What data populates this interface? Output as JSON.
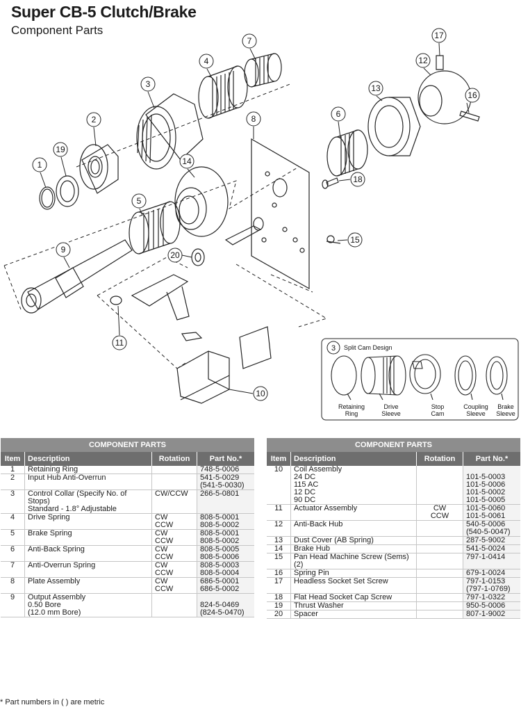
{
  "header": {
    "title": "Super CB-5 Clutch/Brake",
    "subtitle": "Component Parts"
  },
  "diagram": {
    "callouts": [
      "1",
      "2",
      "3",
      "4",
      "5",
      "6",
      "7",
      "8",
      "9",
      "10",
      "11",
      "12",
      "13",
      "14",
      "15",
      "16",
      "17",
      "18",
      "19",
      "20"
    ],
    "inset": {
      "number": "3",
      "title": "Split Cam Design",
      "labels": [
        "Retaining\nRing",
        "Drive\nSleeve",
        "Stop\nCam",
        "Coupling\nSleeve",
        "Brake\nSleeve"
      ]
    }
  },
  "tables": {
    "caption": "COMPONENT PARTS",
    "headers": {
      "item": "Item",
      "description": "Description",
      "rotation": "Rotation",
      "part": "Part No.*"
    },
    "left_rows": [
      {
        "item": "1",
        "description": "Retaining Ring",
        "rotation": "",
        "part": "748-5-0006"
      },
      {
        "item": "2",
        "description": "Input Hub Anti-Overrun",
        "rotation": "",
        "part": "541-5-0029\n(541-5-0030)"
      },
      {
        "item": "3",
        "description": "Control Collar (Specify No. of Stops)\nStandard - 1.8° Adjustable",
        "rotation": "CW/CCW",
        "part": "266-5-0801"
      },
      {
        "item": "4",
        "description": "Drive Spring",
        "rotation": "CW\nCCW",
        "part": "808-5-0001\n808-5-0002"
      },
      {
        "item": "5",
        "description": "Brake Spring",
        "rotation": "CW\nCCW",
        "part": "808-5-0001\n808-5-0002"
      },
      {
        "item": "6",
        "description": "Anti-Back Spring",
        "rotation": "CW\nCCW",
        "part": "808-5-0005\n808-5-0006"
      },
      {
        "item": "7",
        "description": "Anti-Overrun Spring",
        "rotation": "CW\nCCW",
        "part": "808-5-0003\n808-5-0004"
      },
      {
        "item": "8",
        "description": "Plate Assembly",
        "rotation": "CW\nCCW",
        "part": "686-5-0001\n686-5-0002"
      },
      {
        "item": "9",
        "description": "Output Assembly\n0.50 Bore\n(12.0 mm Bore)",
        "rotation": "",
        "part": "\n824-5-0469\n(824-5-0470)"
      }
    ],
    "right_rows": [
      {
        "item": "10",
        "description": "Coil Assembly\n    24 DC\n    115 AC\n    12 DC\n    90 DC",
        "rotation": "",
        "part": "\n101-5-0003\n101-5-0006\n101-5-0002\n101-5-0005"
      },
      {
        "item": "11",
        "description": "Actuator Assembly",
        "rotation": "CW\nCCW",
        "part": "101-5-0060\n101-5-0061"
      },
      {
        "item": "12",
        "description": "Anti-Back Hub",
        "rotation": "",
        "part": "540-5-0006\n(540-5-0047)"
      },
      {
        "item": "13",
        "description": "Dust Cover (AB Spring)",
        "rotation": "",
        "part": "287-5-9002"
      },
      {
        "item": "14",
        "description": "Brake Hub",
        "rotation": "",
        "part": "541-5-0024"
      },
      {
        "item": "15",
        "description": "Pan Head Machine Screw (Sems) (2)",
        "rotation": "",
        "part": "797-1-0414"
      },
      {
        "item": "16",
        "description": "Spring Pin",
        "rotation": "",
        "part": "679-1-0024"
      },
      {
        "item": "17",
        "description": "Headless Socket Set Screw",
        "rotation": "",
        "part": "797-1-0153\n(797-1-0769)"
      },
      {
        "item": "18",
        "description": "Flat Head Socket Cap Screw",
        "rotation": "",
        "part": "797-1-0322"
      },
      {
        "item": "19",
        "description": "Thrust Washer",
        "rotation": "",
        "part": "950-5-0006"
      },
      {
        "item": "20",
        "description": "Spacer",
        "rotation": "",
        "part": "807-1-9002"
      }
    ]
  },
  "footnote": "* Part numbers in (  ) are metric"
}
